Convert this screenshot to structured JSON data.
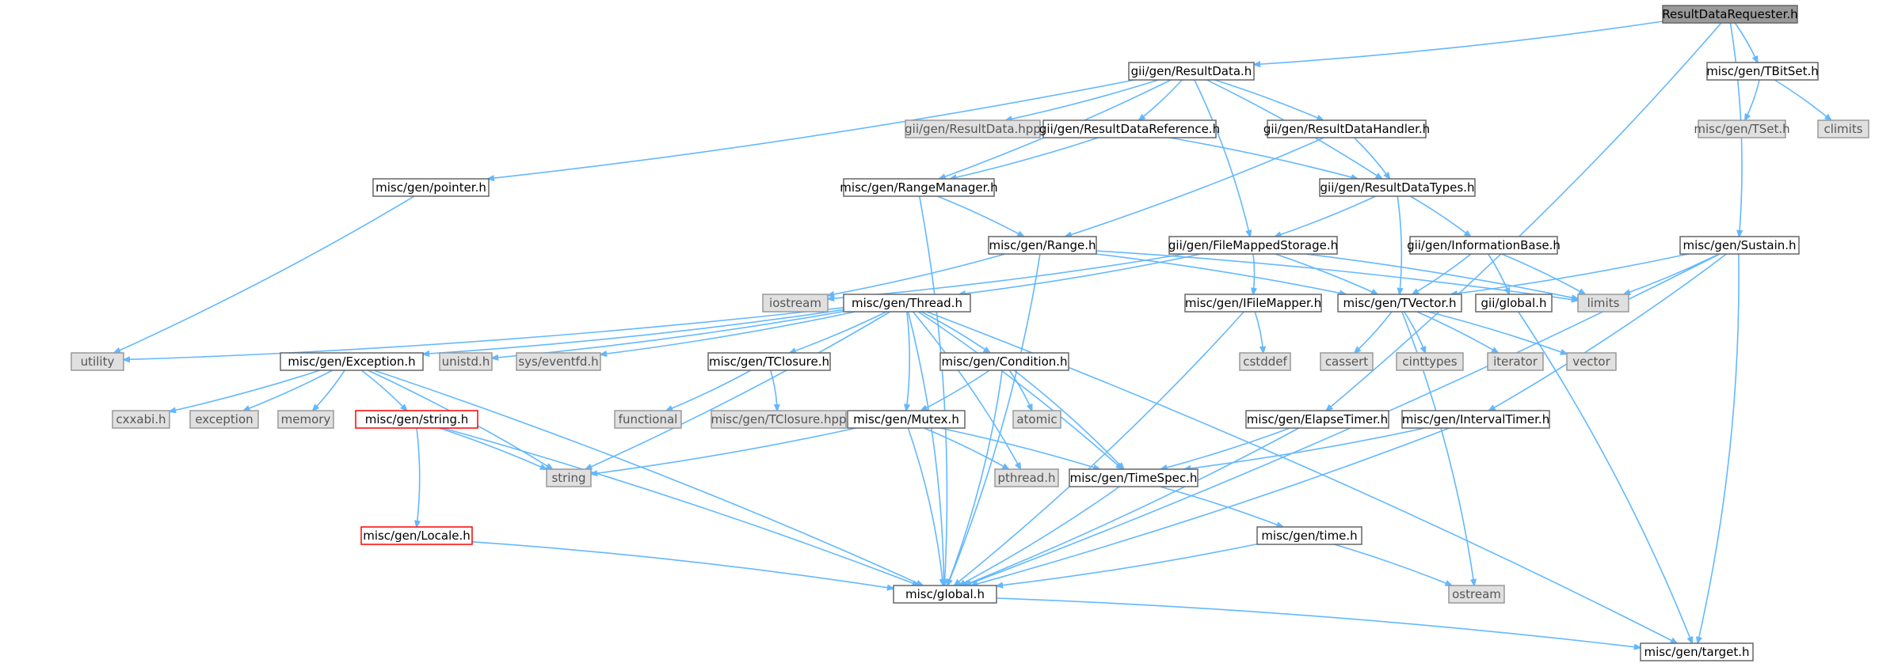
{
  "colors": {
    "edge": "#63b8ff",
    "root_fill": "#999999",
    "normal_fill": "#ffffff",
    "normal_stroke": "#666666",
    "system_fill": "#e0e0e0",
    "system_stroke": "#999999",
    "incomplete_stroke": "#ff0000"
  },
  "nodes": [
    {
      "id": "root",
      "label": "ResultDataRequester.h",
      "style": "root"
    },
    {
      "id": "gii_resultdata_h",
      "label": "gii/gen/ResultData.h",
      "style": "normal"
    },
    {
      "id": "tbitset_h",
      "label": "misc/gen/TBitSet.h",
      "style": "normal"
    },
    {
      "id": "gii_resultdata_hpp",
      "label": "gii/gen/ResultData.hpp",
      "style": "system"
    },
    {
      "id": "tset_h",
      "label": "misc/gen/TSet.h",
      "style": "system"
    },
    {
      "id": "climits",
      "label": "climits",
      "style": "system"
    },
    {
      "id": "resultdatareference_h",
      "label": "gii/gen/ResultDataReference.h",
      "style": "normal"
    },
    {
      "id": "resultdatahandler_h",
      "label": "gii/gen/ResultDataHandler.h",
      "style": "normal"
    },
    {
      "id": "pointer_h",
      "label": "misc/gen/pointer.h",
      "style": "normal"
    },
    {
      "id": "rangemanager_h",
      "label": "misc/gen/RangeManager.h",
      "style": "normal"
    },
    {
      "id": "resultdatatypes_h",
      "label": "gii/gen/ResultDataTypes.h",
      "style": "normal"
    },
    {
      "id": "range_h",
      "label": "misc/gen/Range.h",
      "style": "normal"
    },
    {
      "id": "filemappedstorage_h",
      "label": "gii/gen/FileMappedStorage.h",
      "style": "normal"
    },
    {
      "id": "informationbase_h",
      "label": "gii/gen/InformationBase.h",
      "style": "normal"
    },
    {
      "id": "sustain_h",
      "label": "misc/gen/Sustain.h",
      "style": "normal"
    },
    {
      "id": "iostream",
      "label": "iostream",
      "style": "system"
    },
    {
      "id": "thread_h",
      "label": "misc/gen/Thread.h",
      "style": "normal"
    },
    {
      "id": "ifilemapper_h",
      "label": "misc/gen/IFileMapper.h",
      "style": "normal"
    },
    {
      "id": "tvector_h",
      "label": "misc/gen/TVector.h",
      "style": "normal"
    },
    {
      "id": "gii_global_h",
      "label": "gii/global.h",
      "style": "normal"
    },
    {
      "id": "limits",
      "label": "limits",
      "style": "system"
    },
    {
      "id": "utility",
      "label": "utility",
      "style": "system"
    },
    {
      "id": "exception_h",
      "label": "misc/gen/Exception.h",
      "style": "normal"
    },
    {
      "id": "unistd_h",
      "label": "unistd.h",
      "style": "system"
    },
    {
      "id": "sys_eventfd_h",
      "label": "sys/eventfd.h",
      "style": "system"
    },
    {
      "id": "tclosure_h",
      "label": "misc/gen/TClosure.h",
      "style": "normal"
    },
    {
      "id": "condition_h",
      "label": "misc/gen/Condition.h",
      "style": "normal"
    },
    {
      "id": "cstddef",
      "label": "cstddef",
      "style": "system"
    },
    {
      "id": "cassert",
      "label": "cassert",
      "style": "system"
    },
    {
      "id": "cinttypes",
      "label": "cinttypes",
      "style": "system"
    },
    {
      "id": "iterator",
      "label": "iterator",
      "style": "system"
    },
    {
      "id": "vector",
      "label": "vector",
      "style": "system"
    },
    {
      "id": "cxxabi_h",
      "label": "cxxabi.h",
      "style": "system"
    },
    {
      "id": "exception",
      "label": "exception",
      "style": "system"
    },
    {
      "id": "memory",
      "label": "memory",
      "style": "system"
    },
    {
      "id": "string_h",
      "label": "misc/gen/string.h",
      "style": "incomplete"
    },
    {
      "id": "functional",
      "label": "functional",
      "style": "system"
    },
    {
      "id": "tclosure_hpp",
      "label": "misc/gen/TClosure.hpp",
      "style": "system"
    },
    {
      "id": "atomic",
      "label": "atomic",
      "style": "system"
    },
    {
      "id": "mutex_h",
      "label": "misc/gen/Mutex.h",
      "style": "normal"
    },
    {
      "id": "elapsetimer_h",
      "label": "misc/gen/ElapseTimer.h",
      "style": "normal"
    },
    {
      "id": "intervaltimer_h",
      "label": "misc/gen/IntervalTimer.h",
      "style": "normal"
    },
    {
      "id": "string",
      "label": "string",
      "style": "system"
    },
    {
      "id": "pthread_h",
      "label": "pthread.h",
      "style": "system"
    },
    {
      "id": "timespec_h",
      "label": "misc/gen/TimeSpec.h",
      "style": "normal"
    },
    {
      "id": "locale_h",
      "label": "misc/gen/Locale.h",
      "style": "incomplete"
    },
    {
      "id": "time_h",
      "label": "misc/gen/time.h",
      "style": "normal"
    },
    {
      "id": "ostream",
      "label": "ostream",
      "style": "system"
    },
    {
      "id": "misc_global_h",
      "label": "misc/global.h",
      "style": "normal"
    },
    {
      "id": "target_h",
      "label": "misc/gen/target.h",
      "style": "normal"
    }
  ],
  "edges": [
    [
      "root",
      "gii_resultdata_h"
    ],
    [
      "root",
      "tbitset_h"
    ],
    [
      "root",
      "sustain_h"
    ],
    [
      "root",
      "elapsetimer_h"
    ],
    [
      "tbitset_h",
      "tset_h"
    ],
    [
      "tbitset_h",
      "climits"
    ],
    [
      "gii_resultdata_h",
      "gii_resultdata_hpp"
    ],
    [
      "gii_resultdata_h",
      "resultdatareference_h"
    ],
    [
      "gii_resultdata_h",
      "resultdatahandler_h"
    ],
    [
      "gii_resultdata_h",
      "pointer_h"
    ],
    [
      "gii_resultdata_h",
      "rangemanager_h"
    ],
    [
      "gii_resultdata_h",
      "resultdatatypes_h"
    ],
    [
      "gii_resultdata_h",
      "filemappedstorage_h"
    ],
    [
      "resultdatareference_h",
      "rangemanager_h"
    ],
    [
      "resultdatareference_h",
      "resultdatatypes_h"
    ],
    [
      "resultdatahandler_h",
      "resultdatatypes_h"
    ],
    [
      "resultdatahandler_h",
      "range_h"
    ],
    [
      "pointer_h",
      "utility"
    ],
    [
      "rangemanager_h",
      "range_h"
    ],
    [
      "rangemanager_h",
      "misc_global_h"
    ],
    [
      "resultdatatypes_h",
      "filemappedstorage_h"
    ],
    [
      "resultdatatypes_h",
      "informationbase_h"
    ],
    [
      "resultdatatypes_h",
      "tvector_h"
    ],
    [
      "range_h",
      "iostream"
    ],
    [
      "range_h",
      "tvector_h"
    ],
    [
      "range_h",
      "limits"
    ],
    [
      "range_h",
      "misc_global_h"
    ],
    [
      "filemappedstorage_h",
      "iostream"
    ],
    [
      "filemappedstorage_h",
      "thread_h"
    ],
    [
      "filemappedstorage_h",
      "ifilemapper_h"
    ],
    [
      "filemappedstorage_h",
      "tvector_h"
    ],
    [
      "filemappedstorage_h",
      "limits"
    ],
    [
      "informationbase_h",
      "tvector_h"
    ],
    [
      "informationbase_h",
      "gii_global_h"
    ],
    [
      "informationbase_h",
      "limits"
    ],
    [
      "sustain_h",
      "tvector_h"
    ],
    [
      "sustain_h",
      "limits"
    ],
    [
      "sustain_h",
      "intervaltimer_h"
    ],
    [
      "sustain_h",
      "misc_global_h"
    ],
    [
      "sustain_h",
      "target_h"
    ],
    [
      "gii_global_h",
      "target_h"
    ],
    [
      "ifilemapper_h",
      "cstddef"
    ],
    [
      "ifilemapper_h",
      "misc_global_h"
    ],
    [
      "tvector_h",
      "cassert"
    ],
    [
      "tvector_h",
      "cinttypes"
    ],
    [
      "tvector_h",
      "iterator"
    ],
    [
      "tvector_h",
      "vector"
    ],
    [
      "tvector_h",
      "ostream"
    ],
    [
      "thread_h",
      "utility"
    ],
    [
      "thread_h",
      "exception_h"
    ],
    [
      "thread_h",
      "unistd_h"
    ],
    [
      "thread_h",
      "sys_eventfd_h"
    ],
    [
      "thread_h",
      "tclosure_h"
    ],
    [
      "thread_h",
      "condition_h"
    ],
    [
      "thread_h",
      "mutex_h"
    ],
    [
      "thread_h",
      "string"
    ],
    [
      "thread_h",
      "pthread_h"
    ],
    [
      "thread_h",
      "timespec_h"
    ],
    [
      "thread_h",
      "misc_global_h"
    ],
    [
      "thread_h",
      "target_h"
    ],
    [
      "exception_h",
      "cxxabi_h"
    ],
    [
      "exception_h",
      "exception"
    ],
    [
      "exception_h",
      "memory"
    ],
    [
      "exception_h",
      "string_h"
    ],
    [
      "exception_h",
      "string"
    ],
    [
      "exception_h",
      "misc_global_h"
    ],
    [
      "tclosure_h",
      "functional"
    ],
    [
      "tclosure_h",
      "tclosure_hpp"
    ],
    [
      "condition_h",
      "atomic"
    ],
    [
      "condition_h",
      "mutex_h"
    ],
    [
      "condition_h",
      "timespec_h"
    ],
    [
      "condition_h",
      "misc_global_h"
    ],
    [
      "string_h",
      "string"
    ],
    [
      "string_h",
      "locale_h"
    ],
    [
      "string_h",
      "misc_global_h"
    ],
    [
      "mutex_h",
      "string"
    ],
    [
      "mutex_h",
      "pthread_h"
    ],
    [
      "mutex_h",
      "timespec_h"
    ],
    [
      "mutex_h",
      "misc_global_h"
    ],
    [
      "elapsetimer_h",
      "timespec_h"
    ],
    [
      "elapsetimer_h",
      "misc_global_h"
    ],
    [
      "intervaltimer_h",
      "timespec_h"
    ],
    [
      "intervaltimer_h",
      "misc_global_h"
    ],
    [
      "timespec_h",
      "time_h"
    ],
    [
      "timespec_h",
      "misc_global_h"
    ],
    [
      "locale_h",
      "misc_global_h"
    ],
    [
      "time_h",
      "ostream"
    ],
    [
      "time_h",
      "misc_global_h"
    ],
    [
      "misc_global_h",
      "target_h"
    ]
  ]
}
